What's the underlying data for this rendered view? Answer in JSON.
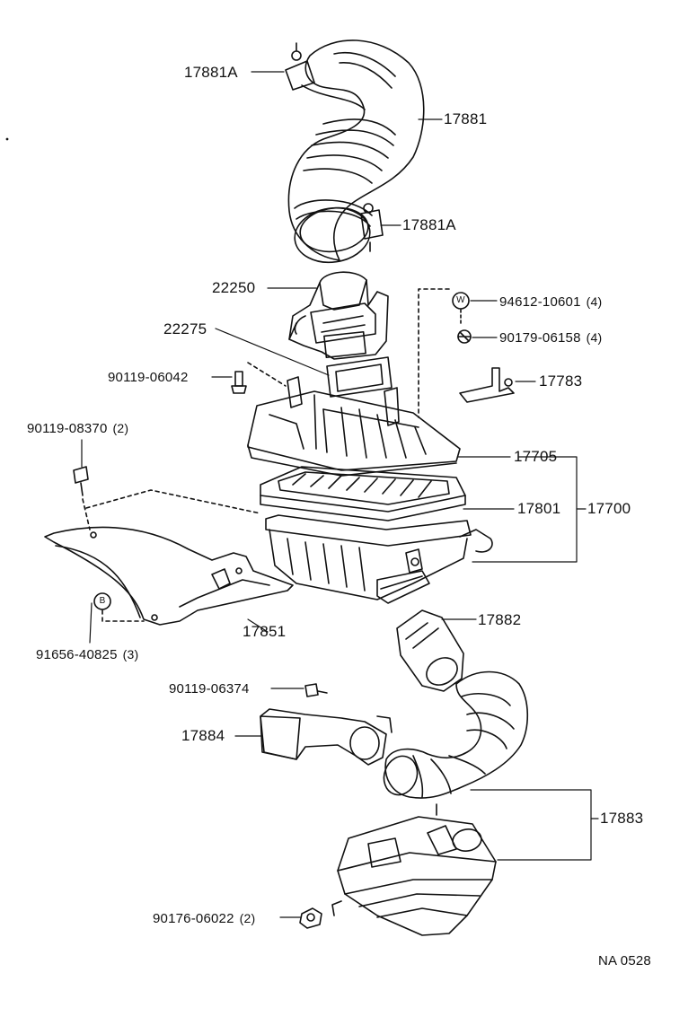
{
  "diagram": {
    "ink_color": "#111111",
    "background_color": "#ffffff",
    "labels": {
      "clamp_top": "17881A",
      "hose_upper": "17881",
      "clamp_bottom": "17881A",
      "meter_22250": "22250",
      "gasket_22275": "22275",
      "washer_w": "94612-10601",
      "washer_w_qty": "(4)",
      "nut_90179": "90179-06158",
      "nut_90179_qty": "(4)",
      "bolt_90119_06042": "90119-06042",
      "bracket_17783": "17783",
      "bolt_90119_08370": "90119-08370",
      "bolt_90119_08370_qty": "(2)",
      "cap_17705": "17705",
      "element_17801": "17801",
      "assy_17700": "17700",
      "duct_17882": "17882",
      "shield_17851": "17851",
      "clip_91656": "91656-40825",
      "clip_91656_qty": "(3)",
      "bolt_90119_06374": "90119-06374",
      "duct_17884": "17884",
      "resonator_17883": "17883",
      "nut_90176": "90176-06022",
      "nut_90176_qty": "(2)",
      "drawing_number": "NA 0528"
    },
    "symbols": {
      "w_marker": "W",
      "b_marker": "B"
    }
  }
}
